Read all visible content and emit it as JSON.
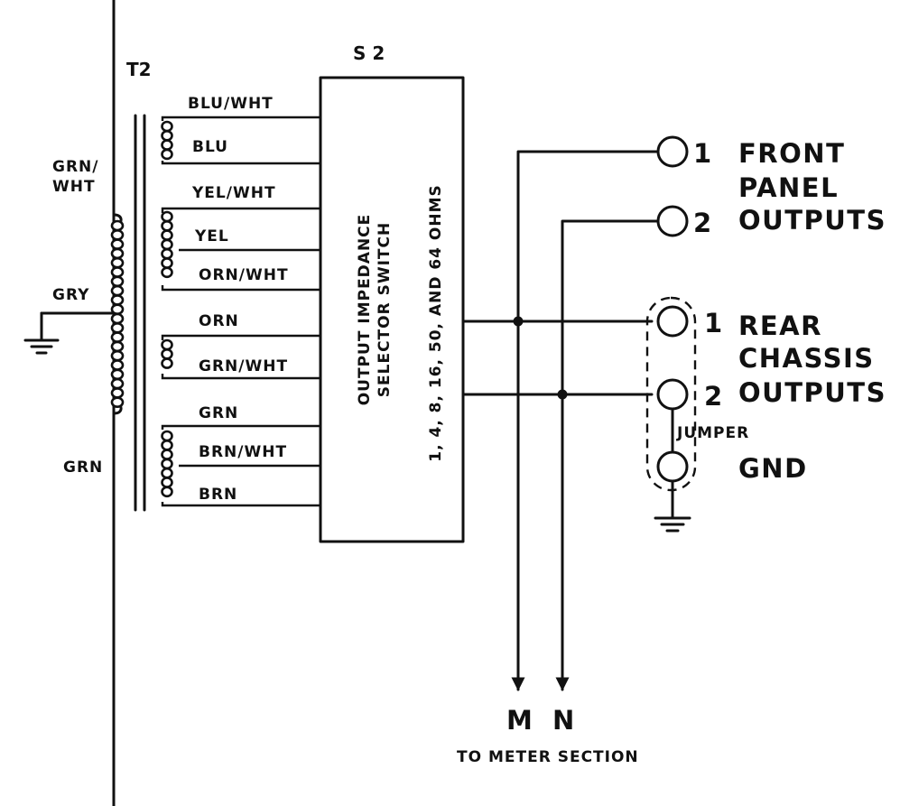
{
  "transformer": {
    "ref": "T2",
    "primary_labels": {
      "top": "GRN/",
      "top2": "WHT",
      "tap": "GRY",
      "bottom": "GRN"
    },
    "secondary_taps": [
      "BLU/WHT",
      "BLU",
      "YEL/WHT",
      "YEL",
      "ORN/WHT",
      "ORN",
      "GRN/WHT",
      "GRN",
      "BRN/WHT",
      "BRN"
    ]
  },
  "switch": {
    "ref": "S 2",
    "line1": "OUTPUT IMPEDANCE",
    "line2": "SELECTOR SWITCH",
    "line3": "1, 4, 8, 16, 50, AND 64 OHMS"
  },
  "front_outputs": {
    "pin1": "1",
    "pin2": "2",
    "label1": "FRONT",
    "label2": "PANEL",
    "label3": "OUTPUTS"
  },
  "rear_outputs": {
    "pin1": "1",
    "pin2": "2",
    "label1": "REAR",
    "label2": "CHASSIS",
    "label3": "OUTPUTS",
    "jumper": "JUMPER",
    "gnd": "GND"
  },
  "meter": {
    "m": "M",
    "n": "N",
    "caption": "TO METER SECTION"
  }
}
